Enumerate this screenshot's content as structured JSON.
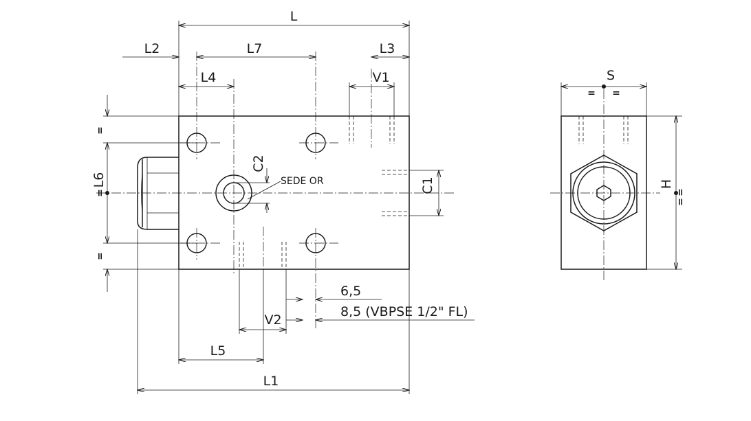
{
  "dimensions": {
    "L": "L",
    "L1": "L1",
    "L2": "L2",
    "L3": "L3",
    "L4": "L4",
    "L5": "L5",
    "L6": "L6",
    "L7": "L7",
    "V1": "V1",
    "V2": "V2",
    "C1": "C1",
    "C2": "C2",
    "S": "S",
    "H": "H"
  },
  "annotations": {
    "seat_label": "SEDE OR",
    "dim_6_5": "6,5",
    "dim_8_5": "8,5 (VBPSE 1/2\" FL)",
    "equal_mark": "="
  }
}
